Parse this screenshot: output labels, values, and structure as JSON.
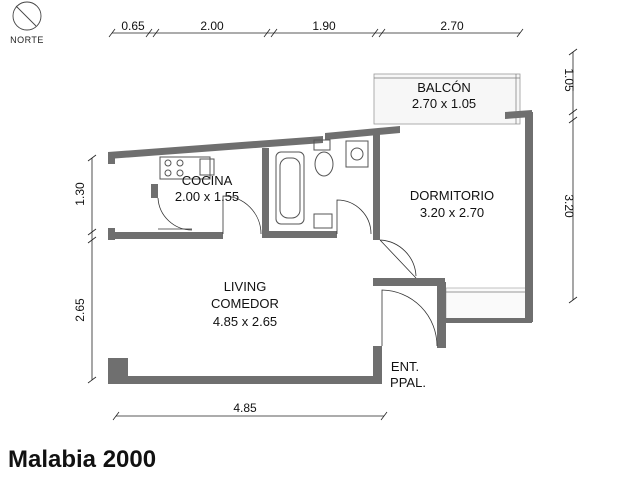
{
  "plan_name": "Malabia 2000",
  "north_label": "NORTE",
  "rooms": {
    "balcon": {
      "name": "BALCÓN",
      "size": "2.70 x 1.05"
    },
    "cocina": {
      "name": "COCINA",
      "size": "2.00 x 1.55"
    },
    "dormitorio": {
      "name": "DORMITORIO",
      "size": "3.20 x 2.70"
    },
    "living": {
      "name_line1": "LIVING",
      "name_line2": "COMEDOR",
      "size": "4.85 x 2.65"
    },
    "entrada": {
      "line1": "ENT.",
      "line2": "PPAL."
    }
  },
  "dimensions": {
    "top": [
      "0.65",
      "2.00",
      "1.90",
      "2.70"
    ],
    "left": [
      "1.30",
      "2.65"
    ],
    "right": [
      "1.05",
      "3.20"
    ],
    "bottom": "4.85"
  }
}
